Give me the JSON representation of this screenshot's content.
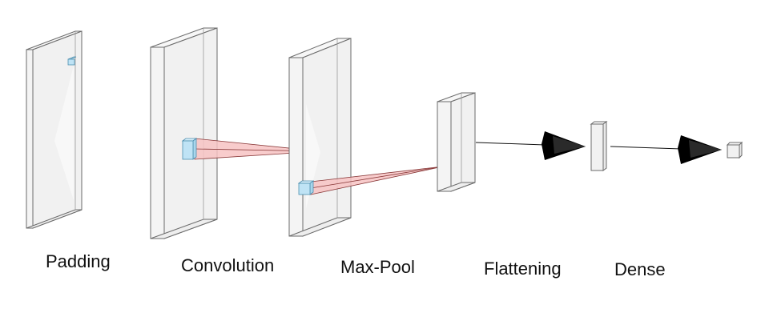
{
  "layers": [
    {
      "id": "padding",
      "label": "Padding"
    },
    {
      "id": "convolution",
      "label": "Convolution"
    },
    {
      "id": "maxpool",
      "label": "Max-Pool"
    },
    {
      "id": "flattening",
      "label": "Flattening"
    },
    {
      "id": "dense",
      "label": "Dense"
    }
  ],
  "colors": {
    "block_face": "#f3f3f3",
    "block_edge": "#6b6b6b",
    "kernel_fill": "#bfe3f5",
    "kernel_edge": "#4d8fb0",
    "projection_fill": "#f7c3c3",
    "projection_edge": "#8a3a3a",
    "arrow": "#000000"
  }
}
